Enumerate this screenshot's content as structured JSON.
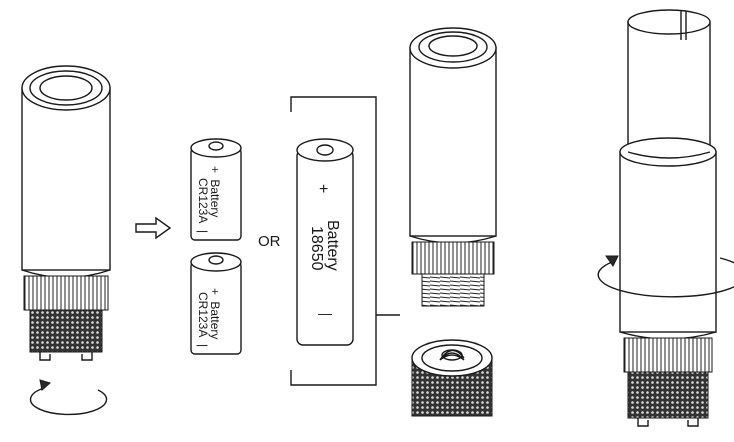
{
  "labels": {
    "battery_small_1": {
      "plus": "+",
      "name": "Battery",
      "model": "CR123A",
      "minus": "|"
    },
    "battery_small_2": {
      "plus": "+",
      "name": "Battery",
      "model": "CR123A",
      "minus": "|"
    },
    "or": "OR",
    "battery_large": {
      "plus": "+",
      "name": "Battery",
      "model": "18650",
      "minus": "—"
    }
  },
  "icons": {
    "insert_arrow": "hollow-right-arrow",
    "rotate_arrow": "circular-rotation-arrow"
  },
  "colors": {
    "line": "#1a1a1a",
    "background": "#ffffff"
  }
}
